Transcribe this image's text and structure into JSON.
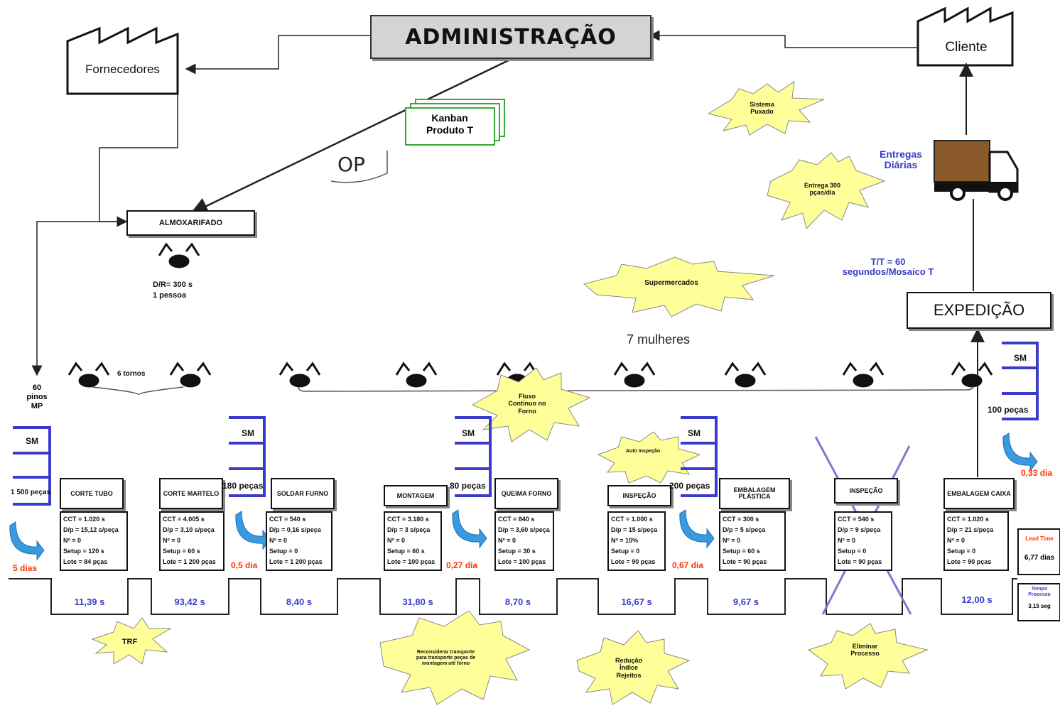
{
  "header": {
    "admin_label": "ADMINISTRAÇÃO"
  },
  "entities": {
    "supplier": "Fornecedores",
    "customer": "Cliente",
    "warehouse": "ALMOXARIFADO",
    "shipping": "EXPEDIÇÃO"
  },
  "info_flow": {
    "kanban": "Kanban Produto T",
    "op": "OP"
  },
  "warehouse_detail": {
    "line1": "D/R= 300 s",
    "line2": "1 pessoa"
  },
  "shipping_info": {
    "deliveries": "Entregas Diárias",
    "takt": "T/T = 60 segundos/Mosaico T",
    "women": "7 mulheres",
    "lathes": "6 tornos"
  },
  "mp_inventory": {
    "top": "60 pinos MP",
    "qty": "1 500 peças",
    "days": "5 dias"
  },
  "bursts": {
    "pull_system": "Sistema Puxado",
    "delivery_300": "Entrega 300 pças/dia",
    "supermarkets": "Supermercados",
    "continuous_flow": "Fluxo Contínuo no Forno",
    "auto_inspection": "Auto Inspeção",
    "trf": "TRF",
    "transport": "Reconsiderar transporte para transporte peças de montagem até forno",
    "reject_reduction": "Redução Índice Rejeitos",
    "eliminate": "Eliminar Processo"
  },
  "processes": [
    {
      "name": "CORTE TUBO",
      "ct": "CCT = 1.020 s",
      "ch": "D/p = 15,12 s/peça",
      "p": "Nº = 0",
      "setup": "Setup = 120 s",
      "lot": "Lote = 84 pças",
      "time": "11,39 s"
    },
    {
      "name": "CORTE MARTELO",
      "ct": "CCT = 4.005 s",
      "ch": "D/p = 3,10 s/peça",
      "p": "Nº = 0",
      "setup": "Setup = 60 s",
      "lot": "Lote = 1 200 pças",
      "time": "93,42 s"
    },
    {
      "name": "SOLDAR FURNO",
      "ct": "CCT = 540 s",
      "ch": "D/p = 0,16 s/peça",
      "p": "Nº = 0",
      "setup": "Setup = 0",
      "lot": "Lote = 1 200 pças",
      "time": "8,40 s"
    },
    {
      "name": "MONTAGEM",
      "ct": "CCT = 3.180 s",
      "ch": "D/p = 3 s/peça",
      "p": "Nº = 0",
      "setup": "Setup = 60 s",
      "lot": "Lote = 100 pças",
      "time": "31,80 s"
    },
    {
      "name": "QUEIMA FORNO",
      "ct": "CCT = 840 s",
      "ch": "D/p = 3,60 s/peça",
      "p": "Nº = 0",
      "setup": "Setup = 30 s",
      "lot": "Lote = 100 pças",
      "time": "8,70 s"
    },
    {
      "name": "INSPEÇÃO",
      "ct": "CCT = 1.000 s",
      "ch": "D/p = 15 s/peça",
      "p": "Nº = 10%",
      "setup": "Setup = 0",
      "lot": "Lote = 90 pças",
      "time": "16,67 s"
    },
    {
      "name": "EMBALAGEM PLÁSTICA",
      "ct": "CCT = 300 s",
      "ch": "D/p = 5 s/peça",
      "p": "Nº = 0",
      "setup": "Setup = 60 s",
      "lot": "Lote = 90 pças",
      "time": "9,67 s"
    },
    {
      "name": "INSPEÇÃO",
      "ct": "CCT = 540 s",
      "ch": "D/p = 9 s/peça",
      "p": "Nº = 0",
      "setup": "Setup = 0",
      "lot": "Lote = 90 pças",
      "time": ""
    },
    {
      "name": "EMBALAGEM CAIXA",
      "ct": "CCT = 1.020 s",
      "ch": "D/p = 21 s/peça",
      "p": "Nº = 0",
      "setup": "Setup = 0",
      "lot": "Lote = 90 pças",
      "time": "12,00 s"
    }
  ],
  "supermarkets": [
    {
      "qty": "180 peças",
      "days": "0,5 dia"
    },
    {
      "qty": "80 peças",
      "days": "0,27 dia"
    },
    {
      "qty": "200 peças",
      "days": "0,67 dia"
    },
    {
      "qty": "100 peças",
      "days": "0,33 dia"
    }
  ],
  "sm_label": "SM",
  "summary": {
    "lead_label": "Lead Time",
    "lead_value": "6,77 dias",
    "proc_label": "Tempo Processo",
    "proc_value": "3,15 seg"
  },
  "colors": {
    "accent_blue": "#3a3acc",
    "red": "#ff3300",
    "burst_fill": "#ffff99",
    "truck_brown": "#8b5a2b",
    "kanban_green": "#33aa33"
  }
}
